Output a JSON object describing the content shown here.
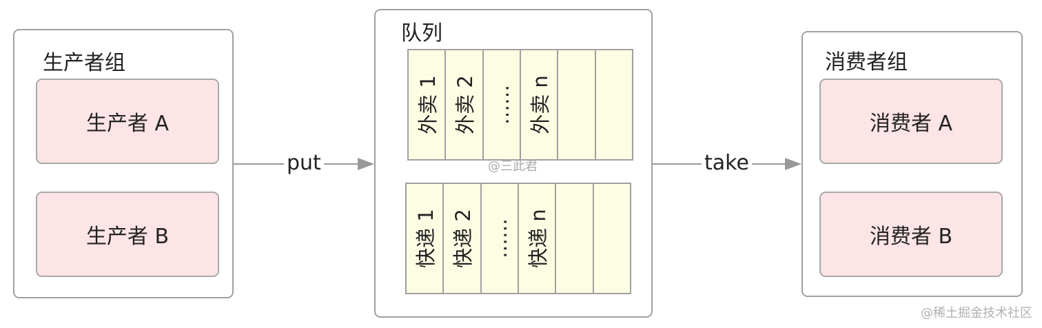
{
  "producer_group": {
    "title": "生产者组",
    "producers": [
      {
        "label": "生产者 A"
      },
      {
        "label": "生产者 B"
      }
    ]
  },
  "put_arrow": {
    "label": "put"
  },
  "queue": {
    "title": "队列",
    "rows": [
      {
        "cells": [
          "外卖 1",
          "外卖 2",
          "……",
          "外卖 n",
          "",
          ""
        ]
      },
      {
        "cells": [
          "快递 1",
          "快递 2",
          "……",
          "快递 n",
          "",
          ""
        ]
      }
    ],
    "author_watermark": "@三此君"
  },
  "take_arrow": {
    "label": "take"
  },
  "consumer_group": {
    "title": "消费者组",
    "consumers": [
      {
        "label": "消费者 A"
      },
      {
        "label": "消费者 B"
      }
    ]
  },
  "colors": {
    "actor_fill": "#fde4e6",
    "cell_fill": "#fdfde4",
    "border": "#a0a0a0",
    "arrow": "#999999"
  },
  "site_watermark": "@稀土掘金技术社区"
}
